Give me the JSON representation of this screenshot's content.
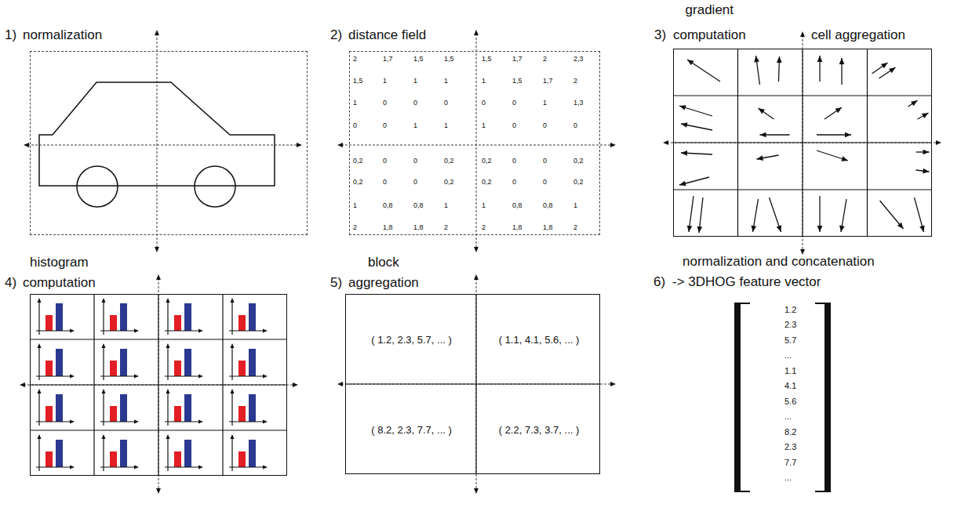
{
  "diagram": {
    "nodes": [
      {
        "text": [
          "1)",
          "normalization"
        ]
      },
      {
        "text": [
          "2)",
          "distance field"
        ]
      },
      {
        "text": [
          "3)",
          "gradient computation",
          "cell aggregation"
        ]
      },
      {
        "text": [
          "4)",
          "histogram computation"
        ]
      },
      {
        "text": [
          "5)",
          "block aggregation"
        ]
      },
      {
        "text": [
          "( 1.2, 2.3, 5.7, ... )"
        ],
        "in": 4
      },
      {
        "text": [
          "( 1.1, 4.1, 5.6, ... )"
        ],
        "in": 4
      },
      {
        "text": [
          "( 8.2, 2.3, 7.7, ... )"
        ],
        "in": 4
      },
      {
        "text": [
          "( 2.2, 7.3, 3.7, ... )"
        ],
        "in": 4
      }
    ],
    "labels": [
      "2",
      "1,7",
      "1,5",
      "1,5",
      "1,5",
      "1,7",
      "2",
      "2,3",
      "1,5",
      "1",
      "1",
      "1",
      "1",
      "1,5",
      "1,7",
      "2",
      "1",
      "0",
      "0",
      "0",
      "0",
      "0",
      "1",
      "1,3",
      "0",
      "0",
      "1",
      "1",
      "1",
      "0",
      "0",
      "0",
      "0,2",
      "0",
      "0",
      "0,2",
      "0,2",
      "0",
      "0",
      "0,2",
      "0,2",
      "0",
      "0",
      "0,2",
      "0,2",
      "0",
      "0",
      "0,2",
      "1",
      "0,8",
      "0,8",
      "1",
      "1",
      "0,8",
      "0,8",
      "1",
      "2",
      "1,8",
      "1,8",
      "2",
      "2",
      "1,8",
      "1,8",
      "2",
      "normalization and concatenation",
      "6)",
      "-> 3DHOG feature vector",
      "1.2",
      "2.3",
      "5.7",
      "...",
      "1.1",
      "4.1",
      "5.6",
      "...",
      "8.2",
      "2.3",
      "7.7",
      "..."
    ]
  }
}
